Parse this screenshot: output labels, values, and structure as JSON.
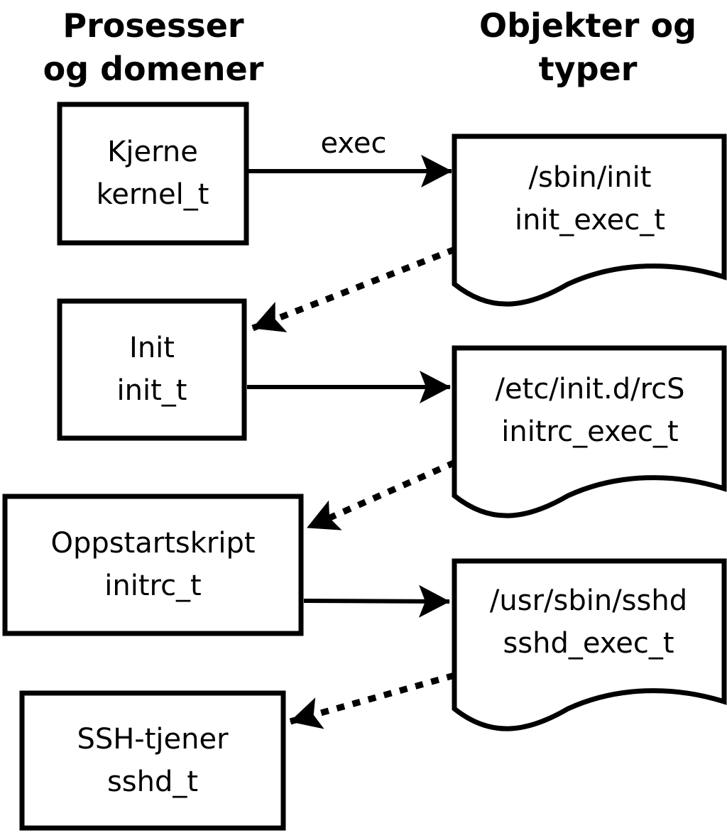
{
  "headers": {
    "left": "Prosesser\nog domener",
    "right": "Objekter og\ntyper"
  },
  "processes": [
    {
      "name": "Kjerne",
      "type": "kernel_t"
    },
    {
      "name": "Init",
      "type": "init_t"
    },
    {
      "name": "Oppstartskript",
      "type": "initrc_t"
    },
    {
      "name": "SSH-tjener",
      "type": "sshd_t"
    }
  ],
  "objects": [
    {
      "name": "/sbin/init",
      "type": "init_exec_t"
    },
    {
      "name": "/etc/init.d/rcS",
      "type": "initrc_exec_t"
    },
    {
      "name": "/usr/sbin/sshd",
      "type": "sshd_exec_t"
    }
  ],
  "edges": [
    {
      "from": "kernel_t",
      "to": "init_exec_t",
      "label": "exec",
      "style": "solid"
    },
    {
      "from": "init_t",
      "to": "initrc_exec_t",
      "label": "",
      "style": "solid"
    },
    {
      "from": "initrc_t",
      "to": "sshd_exec_t",
      "label": "",
      "style": "solid"
    },
    {
      "from": "init_exec_t",
      "to": "init_t",
      "label": "",
      "style": "dotted"
    },
    {
      "from": "initrc_exec_t",
      "to": "initrc_t",
      "label": "",
      "style": "dotted"
    },
    {
      "from": "sshd_exec_t",
      "to": "sshd_t",
      "label": "",
      "style": "dotted"
    }
  ],
  "colors": {
    "foreground": "#000000",
    "background": "#ffffff"
  }
}
